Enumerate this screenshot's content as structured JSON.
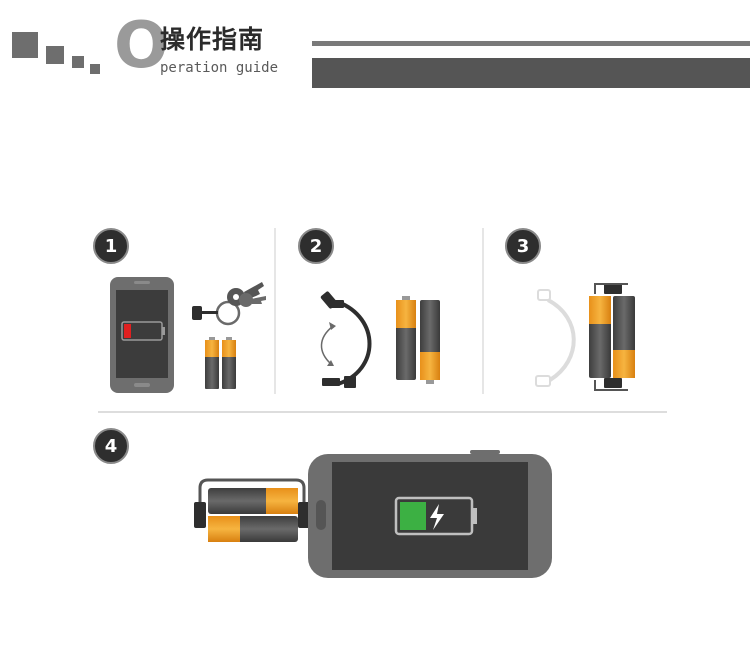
{
  "header": {
    "big_letter": "O",
    "title_cn": "操作指南",
    "title_en": "peration guide"
  },
  "steps": [
    {
      "number": "1"
    },
    {
      "number": "2"
    },
    {
      "number": "3"
    },
    {
      "number": "4"
    }
  ],
  "colors": {
    "accent_orange": "#f0a020",
    "battery_dark": "#555555",
    "charge_green": "#3cb043",
    "low_battery_red": "#e02020"
  }
}
